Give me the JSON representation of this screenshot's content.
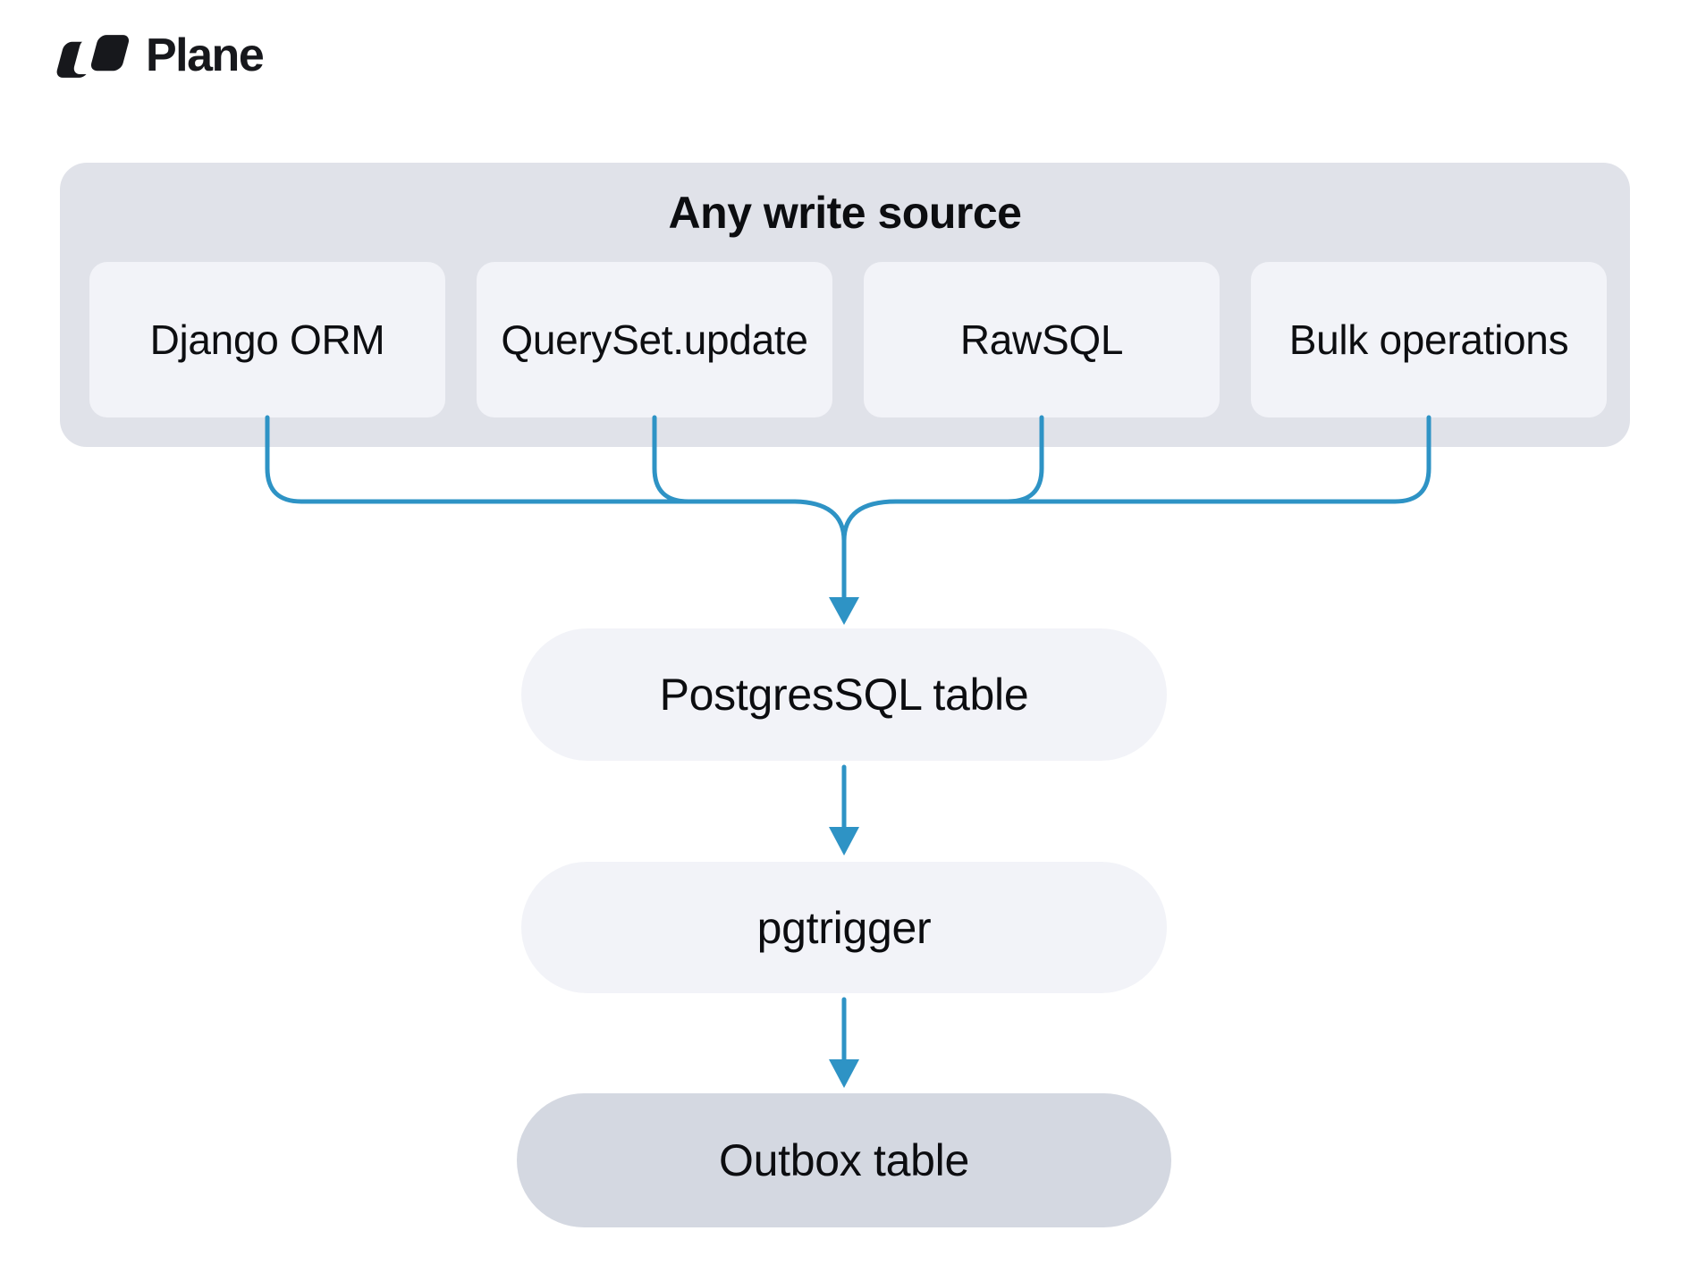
{
  "brand": {
    "name": "Plane"
  },
  "group": {
    "title": "Any write source",
    "sources": [
      {
        "label": "Django ORM"
      },
      {
        "label": "QuerySet.update"
      },
      {
        "label": "RawSQL"
      },
      {
        "label": "Bulk operations"
      }
    ]
  },
  "flow": {
    "nodes": [
      {
        "label": "PostgresSQL table"
      },
      {
        "label": "pgtrigger"
      },
      {
        "label": "Outbox table"
      }
    ]
  },
  "icons": {
    "logo": "plane-logo-icon",
    "arrows": "down-arrow-icon"
  },
  "colors": {
    "connector_blue": "#2e93c5",
    "group_bg": "#e0e2e9",
    "card_bg": "#f2f3f8",
    "outbox_bg": "#d4d8e1",
    "brand_ink": "#17181c",
    "text_dark": "#0d0e11"
  }
}
